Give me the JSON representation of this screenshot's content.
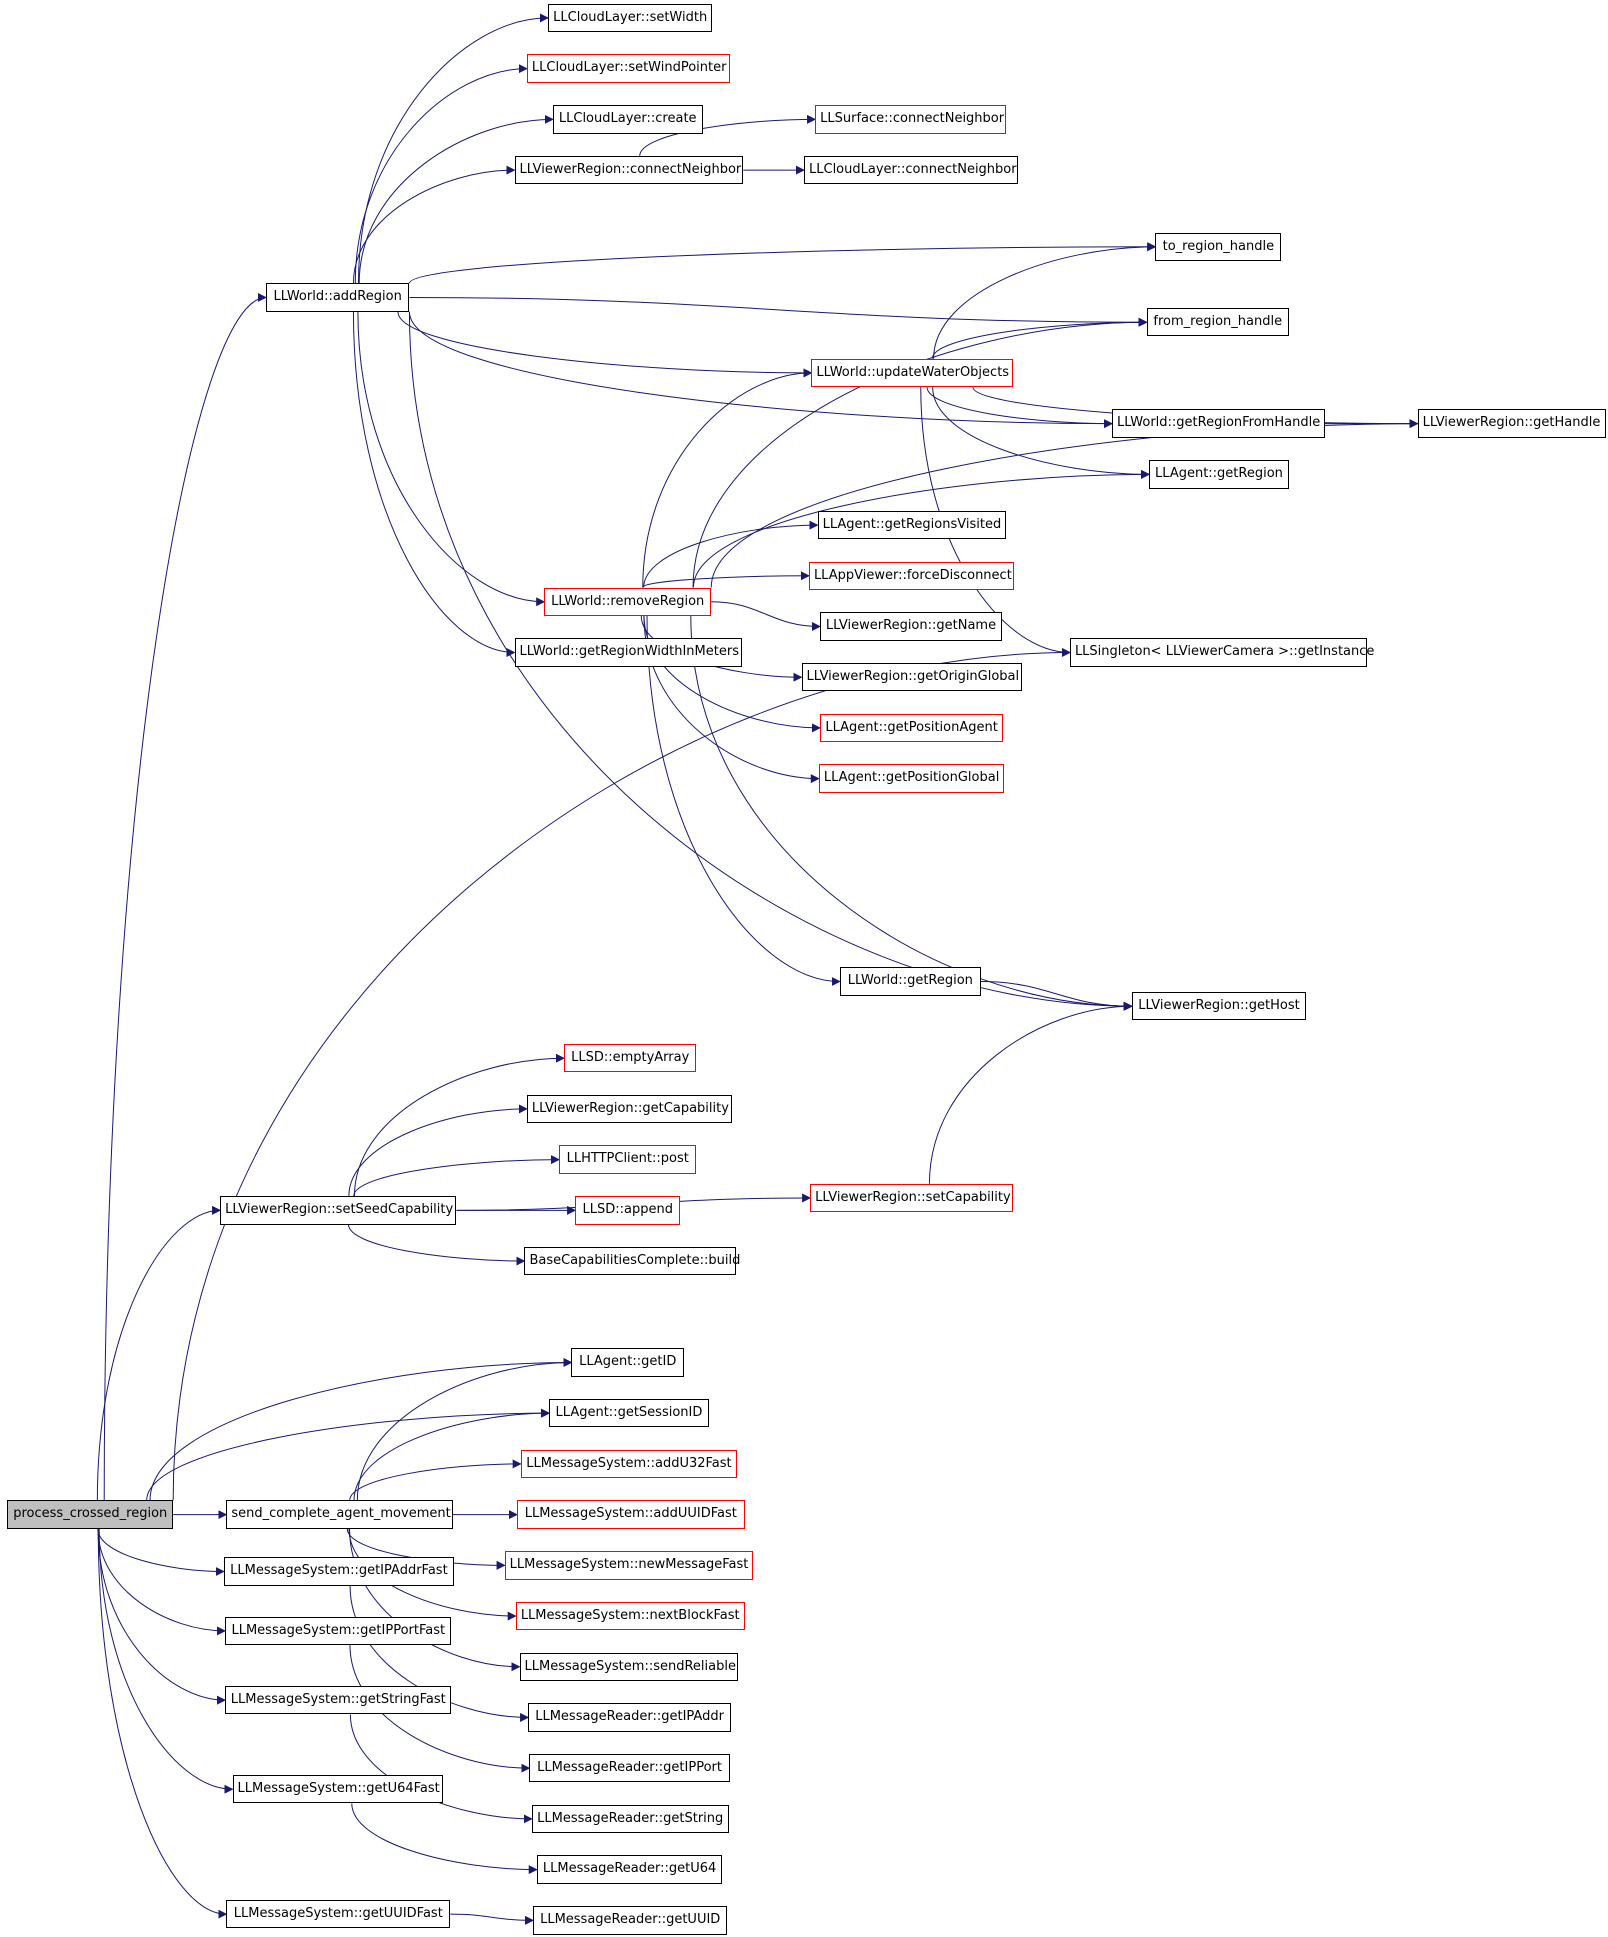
{
  "graph": {
    "colors": {
      "edge": "#191970",
      "node_border": "#000000",
      "truncated_border": "#ff0000",
      "root_fill": "#bfbfbf"
    },
    "nodes": [
      {
        "id": "process_crossed_region",
        "label": "process_crossed_region",
        "root": true
      },
      {
        "id": "addRegion",
        "label": "LLWorld::addRegion"
      },
      {
        "id": "cl_setWidth",
        "label": "LLCloudLayer::setWidth"
      },
      {
        "id": "cl_setWindPointer",
        "label": "LLCloudLayer::setWindPointer",
        "truncated": true
      },
      {
        "id": "cl_create",
        "label": "LLCloudLayer::create"
      },
      {
        "id": "surf_connectNeighbor",
        "label": "LLSurface::connectNeighbor",
        "truncated": true
      },
      {
        "id": "vr_connectNeighbor",
        "label": "LLViewerRegion::connectNeighbor"
      },
      {
        "id": "cl_connectNeighbor",
        "label": "LLCloudLayer::connectNeighbor"
      },
      {
        "id": "to_region_handle",
        "label": "to_region_handle"
      },
      {
        "id": "from_region_handle",
        "label": "from_region_handle"
      },
      {
        "id": "updateWaterObjects",
        "label": "LLWorld::updateWaterObjects",
        "truncated": true
      },
      {
        "id": "getRegionFromHandle",
        "label": "LLWorld::getRegionFromHandle"
      },
      {
        "id": "vr_getHandle",
        "label": "LLViewerRegion::getHandle"
      },
      {
        "id": "agent_getRegion",
        "label": "LLAgent::getRegion"
      },
      {
        "id": "getRegionsVisited",
        "label": "LLAgent::getRegionsVisited"
      },
      {
        "id": "removeRegion",
        "label": "LLWorld::removeRegion",
        "truncated": true
      },
      {
        "id": "forceDisconnect",
        "label": "LLAppViewer::forceDisconnect",
        "truncated": true
      },
      {
        "id": "vr_getName",
        "label": "LLViewerRegion::getName"
      },
      {
        "id": "getRegionWidth",
        "label": "LLWorld::getRegionWidthInMeters"
      },
      {
        "id": "getInstance",
        "label": "LLSingleton< LLViewerCamera >::getInstance"
      },
      {
        "id": "getOriginGlobal",
        "label": "LLViewerRegion::getOriginGlobal"
      },
      {
        "id": "getPositionAgent",
        "label": "LLAgent::getPositionAgent",
        "truncated": true
      },
      {
        "id": "getPositionGlobal",
        "label": "LLAgent::getPositionGlobal",
        "truncated": true
      },
      {
        "id": "world_getRegion",
        "label": "LLWorld::getRegion"
      },
      {
        "id": "vr_getHost",
        "label": "LLViewerRegion::getHost"
      },
      {
        "id": "emptyArray",
        "label": "LLSD::emptyArray",
        "truncated": true
      },
      {
        "id": "getCapability",
        "label": "LLViewerRegion::getCapability"
      },
      {
        "id": "http_post",
        "label": "LLHTTPClient::post",
        "truncated": true
      },
      {
        "id": "setCapability",
        "label": "LLViewerRegion::setCapability",
        "truncated": true
      },
      {
        "id": "setSeedCapability",
        "label": "LLViewerRegion::setSeedCapability"
      },
      {
        "id": "llsd_append",
        "label": "LLSD::append",
        "truncated": true
      },
      {
        "id": "bcc_build",
        "label": "BaseCapabilitiesComplete::build"
      },
      {
        "id": "agent_getID",
        "label": "LLAgent::getID"
      },
      {
        "id": "agent_getSessionID",
        "label": "LLAgent::getSessionID"
      },
      {
        "id": "addU32Fast",
        "label": "LLMessageSystem::addU32Fast",
        "truncated": true
      },
      {
        "id": "send_complete",
        "label": "send_complete_agent_movement"
      },
      {
        "id": "addUUIDFast",
        "label": "LLMessageSystem::addUUIDFast",
        "truncated": true
      },
      {
        "id": "getIPAddrFast",
        "label": "LLMessageSystem::getIPAddrFast"
      },
      {
        "id": "newMessageFast",
        "label": "LLMessageSystem::newMessageFast",
        "truncated": true
      },
      {
        "id": "nextBlockFast",
        "label": "LLMessageSystem::nextBlockFast",
        "truncated": true
      },
      {
        "id": "getIPPortFast",
        "label": "LLMessageSystem::getIPPortFast"
      },
      {
        "id": "sendReliable",
        "label": "LLMessageSystem::sendReliable"
      },
      {
        "id": "getStringFast",
        "label": "LLMessageSystem::getStringFast"
      },
      {
        "id": "reader_getIPAddr",
        "label": "LLMessageReader::getIPAddr"
      },
      {
        "id": "reader_getIPPort",
        "label": "LLMessageReader::getIPPort"
      },
      {
        "id": "getU64Fast",
        "label": "LLMessageSystem::getU64Fast"
      },
      {
        "id": "reader_getString",
        "label": "LLMessageReader::getString"
      },
      {
        "id": "reader_getU64",
        "label": "LLMessageReader::getU64"
      },
      {
        "id": "getUUIDFast",
        "label": "LLMessageSystem::getUUIDFast"
      },
      {
        "id": "reader_getUUID",
        "label": "LLMessageReader::getUUID"
      }
    ],
    "edges": [
      [
        "process_crossed_region",
        "addRegion"
      ],
      [
        "process_crossed_region",
        "getInstance"
      ],
      [
        "process_crossed_region",
        "setSeedCapability"
      ],
      [
        "process_crossed_region",
        "agent_getID"
      ],
      [
        "process_crossed_region",
        "agent_getSessionID"
      ],
      [
        "process_crossed_region",
        "send_complete"
      ],
      [
        "process_crossed_region",
        "getIPAddrFast"
      ],
      [
        "process_crossed_region",
        "getIPPortFast"
      ],
      [
        "process_crossed_region",
        "getStringFast"
      ],
      [
        "process_crossed_region",
        "getU64Fast"
      ],
      [
        "process_crossed_region",
        "getUUIDFast"
      ],
      [
        "addRegion",
        "cl_setWidth"
      ],
      [
        "addRegion",
        "cl_setWindPointer"
      ],
      [
        "addRegion",
        "cl_create"
      ],
      [
        "addRegion",
        "vr_connectNeighbor"
      ],
      [
        "addRegion",
        "to_region_handle"
      ],
      [
        "addRegion",
        "from_region_handle"
      ],
      [
        "addRegion",
        "updateWaterObjects"
      ],
      [
        "addRegion",
        "getRegionFromHandle"
      ],
      [
        "addRegion",
        "removeRegion"
      ],
      [
        "addRegion",
        "getRegionWidth"
      ],
      [
        "addRegion",
        "vr_getHost"
      ],
      [
        "vr_connectNeighbor",
        "surf_connectNeighbor"
      ],
      [
        "vr_connectNeighbor",
        "cl_connectNeighbor"
      ],
      [
        "updateWaterObjects",
        "to_region_handle"
      ],
      [
        "updateWaterObjects",
        "from_region_handle"
      ],
      [
        "updateWaterObjects",
        "getRegionFromHandle"
      ],
      [
        "updateWaterObjects",
        "vr_getHandle"
      ],
      [
        "updateWaterObjects",
        "agent_getRegion"
      ],
      [
        "updateWaterObjects",
        "getInstance"
      ],
      [
        "getRegionFromHandle",
        "vr_getHandle"
      ],
      [
        "removeRegion",
        "from_region_handle"
      ],
      [
        "removeRegion",
        "updateWaterObjects"
      ],
      [
        "removeRegion",
        "agent_getRegion"
      ],
      [
        "removeRegion",
        "getRegionsVisited"
      ],
      [
        "removeRegion",
        "forceDisconnect"
      ],
      [
        "removeRegion",
        "vr_getName"
      ],
      [
        "removeRegion",
        "getOriginGlobal"
      ],
      [
        "removeRegion",
        "getPositionAgent"
      ],
      [
        "removeRegion",
        "getPositionGlobal"
      ],
      [
        "removeRegion",
        "vr_getHandle"
      ],
      [
        "removeRegion",
        "world_getRegion"
      ],
      [
        "removeRegion",
        "vr_getHost"
      ],
      [
        "world_getRegion",
        "vr_getHost"
      ],
      [
        "setSeedCapability",
        "emptyArray"
      ],
      [
        "setSeedCapability",
        "getCapability"
      ],
      [
        "setSeedCapability",
        "http_post"
      ],
      [
        "setSeedCapability",
        "llsd_append"
      ],
      [
        "setSeedCapability",
        "bcc_build"
      ],
      [
        "setSeedCapability",
        "setCapability"
      ],
      [
        "setCapability",
        "vr_getHost"
      ],
      [
        "send_complete",
        "agent_getID"
      ],
      [
        "send_complete",
        "agent_getSessionID"
      ],
      [
        "send_complete",
        "addU32Fast"
      ],
      [
        "send_complete",
        "addUUIDFast"
      ],
      [
        "send_complete",
        "newMessageFast"
      ],
      [
        "send_complete",
        "nextBlockFast"
      ],
      [
        "send_complete",
        "sendReliable"
      ],
      [
        "getIPAddrFast",
        "reader_getIPAddr"
      ],
      [
        "getIPPortFast",
        "reader_getIPPort"
      ],
      [
        "getStringFast",
        "reader_getString"
      ],
      [
        "getU64Fast",
        "reader_getU64"
      ],
      [
        "getUUIDFast",
        "reader_getUUID"
      ]
    ]
  }
}
